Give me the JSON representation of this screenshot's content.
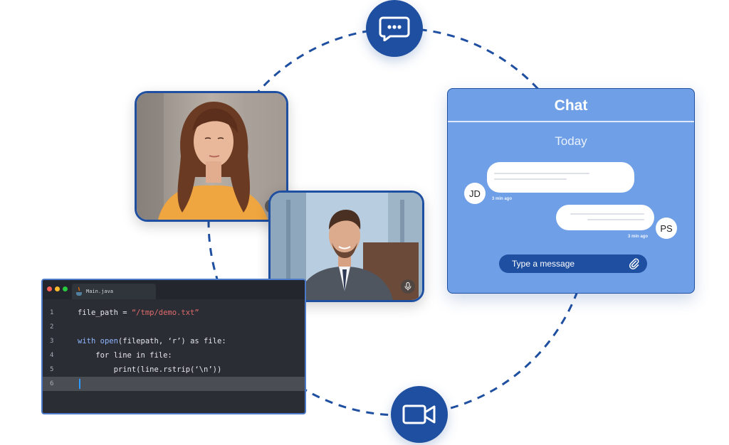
{
  "icons": {
    "chat_bubble": "chat-bubble-icon",
    "video_camera": "video-camera-icon",
    "microphone": "microphone-icon",
    "paperclip": "paperclip-icon",
    "java": "java-icon"
  },
  "colors": {
    "brand": "#1f4fa0",
    "chat_panel": "#6f9fe6",
    "editor_bg": "#2a2d34",
    "cursor": "#2b9bff"
  },
  "editor": {
    "file_tab": "Main.java",
    "lines": [
      {
        "number": "1",
        "text": "file_path = “/tmp/demo.txt”"
      },
      {
        "number": "2",
        "text": ""
      },
      {
        "number": "3",
        "text": "with open(filepath, ‘r’) as file:"
      },
      {
        "number": "4",
        "text": "    for line in file:"
      },
      {
        "number": "5",
        "text": "        print(line.rstrip(‘\\n’))"
      },
      {
        "number": "6",
        "text": ""
      }
    ],
    "active_line": "6"
  },
  "chat": {
    "title": "Chat",
    "day_label": "Today",
    "messages": [
      {
        "sender": "JD",
        "time": "3 min ago"
      },
      {
        "sender": "PS",
        "time": "3 min ago"
      }
    ],
    "input_placeholder": "Type a message"
  }
}
